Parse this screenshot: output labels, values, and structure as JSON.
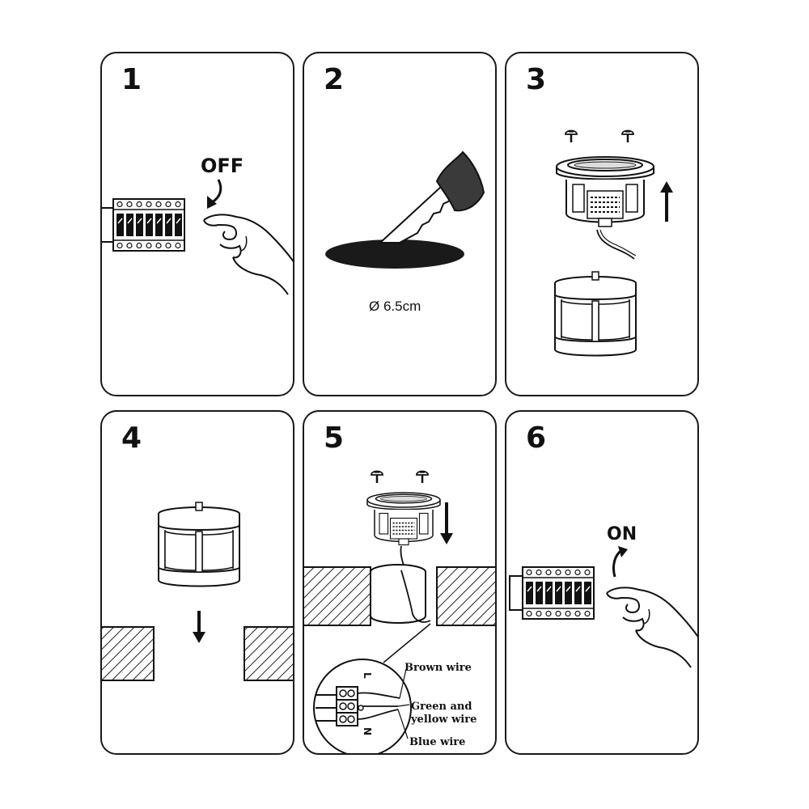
{
  "steps": [
    {
      "number": "1",
      "label": "OFF"
    },
    {
      "number": "2",
      "label": "Ø 6.5cm"
    },
    {
      "number": "3"
    },
    {
      "number": "4"
    },
    {
      "number": "5",
      "wires": {
        "brown": "Brown wire",
        "green_line1": "Green and",
        "green_line2": "yellow wire",
        "blue": "Blue wire"
      },
      "terminals": {
        "live": "L",
        "neutral": "N"
      }
    },
    {
      "number": "6",
      "label": "ON"
    }
  ]
}
